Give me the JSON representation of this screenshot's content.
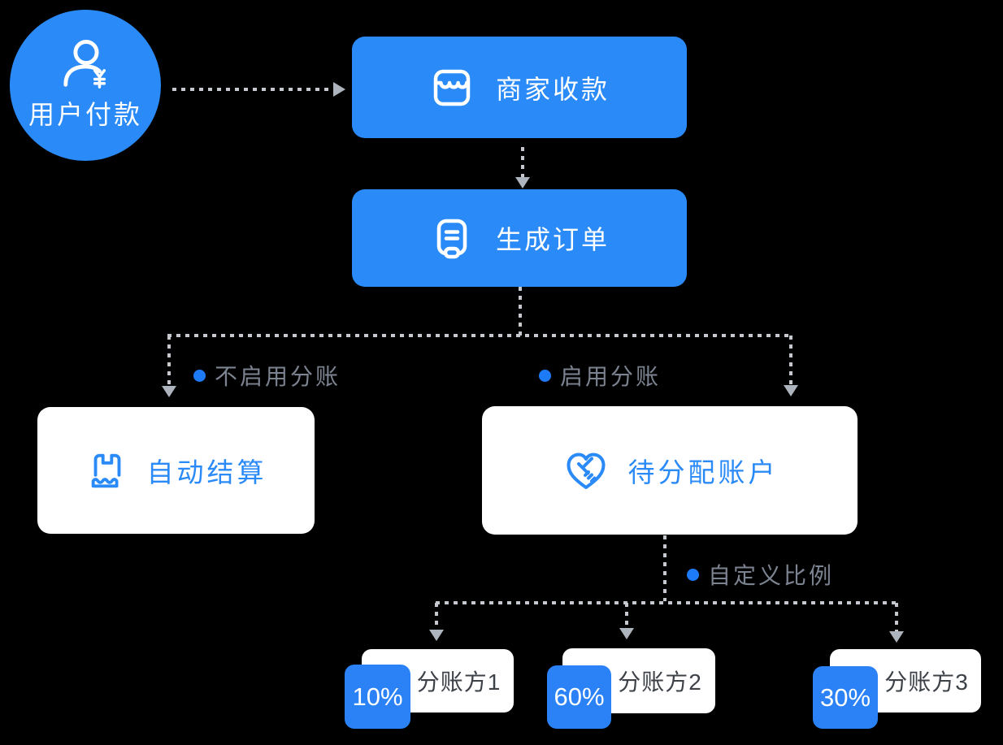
{
  "colors": {
    "primary_blue": "#2a8af7",
    "percent_blue": "#2b82f7",
    "accent_blue": "#1e7bf8",
    "dash_gray": "#c5c9cf",
    "arrow_gray": "#aeb4bd",
    "label_gray": "#7c8390",
    "card_text": "#3d4148",
    "white": "#ffffff",
    "background": "#000000"
  },
  "nodes": {
    "user_payment": {
      "label": "用户付款",
      "icon": "user-yen-icon"
    },
    "merchant_receive": {
      "label": "商家收款",
      "icon": "storefront-icon"
    },
    "generate_order": {
      "label": "生成订单",
      "icon": "order-doc-icon"
    },
    "auto_settle": {
      "label": "自动结算",
      "icon": "package-icon"
    },
    "pending_account": {
      "label": "待分配账户",
      "icon": "heart-handshake-icon"
    }
  },
  "branches": {
    "no_split_label": "不启用分账",
    "split_label": "启用分账",
    "custom_ratio_label": "自定义比例"
  },
  "recipients": [
    {
      "percent": "10%",
      "label": "分账方1"
    },
    {
      "percent": "60%",
      "label": "分账方2"
    },
    {
      "percent": "30%",
      "label": "分账方3"
    }
  ]
}
